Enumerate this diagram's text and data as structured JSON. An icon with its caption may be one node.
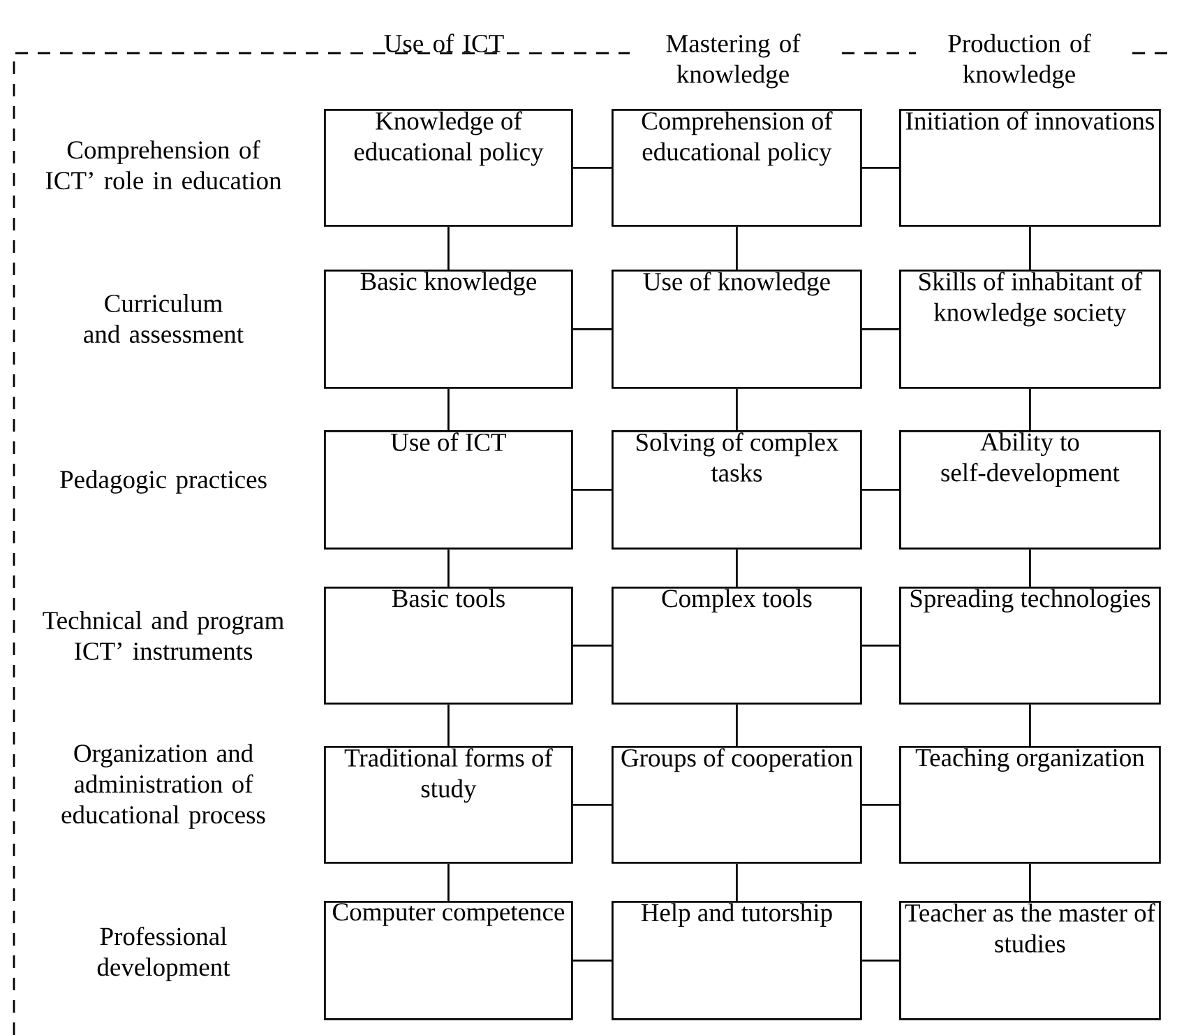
{
  "diagram": {
    "nodes": [
      {
        "text": [
          "Knowledge of educational policy"
        ]
      },
      {
        "text": [
          "Comprehension of educational policy"
        ]
      },
      {
        "text": [
          "Initiation of innovations"
        ]
      },
      {
        "text": [
          "Basic knowledge"
        ]
      },
      {
        "text": [
          "Use of knowledge"
        ]
      },
      {
        "text": [
          "Skills of inhabitant of knowledge society"
        ]
      },
      {
        "text": [
          "Use of ICT"
        ]
      },
      {
        "text": [
          "Solving of complex tasks"
        ]
      },
      {
        "text": [
          "Ability to self-development"
        ]
      },
      {
        "text": [
          "Basic tools"
        ]
      },
      {
        "text": [
          "Complex tools"
        ]
      },
      {
        "text": [
          "Spreading technologies"
        ]
      },
      {
        "text": [
          "Traditional forms of study"
        ]
      },
      {
        "text": [
          "Groups of cooperation"
        ]
      },
      {
        "text": [
          "Teaching organization"
        ]
      },
      {
        "text": [
          "Computer competence"
        ]
      },
      {
        "text": [
          "Help and tutorship"
        ]
      },
      {
        "text": [
          "Teacher as the master of studies"
        ]
      }
    ],
    "edges": [
      {
        "from": 0,
        "to": 1,
        "arrow": "none"
      },
      {
        "from": 1,
        "to": 2,
        "arrow": "none"
      },
      {
        "from": 0,
        "to": 3,
        "arrow": "none"
      },
      {
        "from": 1,
        "to": 4,
        "arrow": "none"
      },
      {
        "from": 2,
        "to": 5,
        "arrow": "none"
      },
      {
        "from": 3,
        "to": 4,
        "arrow": "none"
      },
      {
        "from": 4,
        "to": 5,
        "arrow": "none"
      },
      {
        "from": 3,
        "to": 6,
        "arrow": "none"
      },
      {
        "from": 4,
        "to": 7,
        "arrow": "none"
      },
      {
        "from": 5,
        "to": 8,
        "arrow": "none"
      },
      {
        "from": 6,
        "to": 7,
        "arrow": "none"
      },
      {
        "from": 7,
        "to": 8,
        "arrow": "none"
      },
      {
        "from": 6,
        "to": 9,
        "arrow": "none"
      },
      {
        "from": 7,
        "to": 10,
        "arrow": "none"
      },
      {
        "from": 8,
        "to": 11,
        "arrow": "none"
      },
      {
        "from": 9,
        "to": 10,
        "arrow": "none"
      },
      {
        "from": 10,
        "to": 11,
        "arrow": "none"
      },
      {
        "from": 9,
        "to": 12,
        "arrow": "none"
      },
      {
        "from": 10,
        "to": 13,
        "arrow": "none"
      },
      {
        "from": 11,
        "to": 14,
        "arrow": "none"
      },
      {
        "from": 12,
        "to": 13,
        "arrow": "none"
      },
      {
        "from": 13,
        "to": 14,
        "arrow": "none"
      },
      {
        "from": 12,
        "to": 15,
        "arrow": "none"
      },
      {
        "from": 13,
        "to": 16,
        "arrow": "none"
      },
      {
        "from": 14,
        "to": 17,
        "arrow": "none"
      },
      {
        "from": 15,
        "to": 16,
        "arrow": "none"
      },
      {
        "from": 16,
        "to": 17,
        "arrow": "none"
      }
    ],
    "labels": [
      "Use of ICT",
      "Mastering of knowledge",
      "Production of knowledge",
      "Comprehension of ICT’ role in education",
      "Curriculum and assessment",
      "Pedagogic practices",
      "Technical and program ICT’ instruments",
      "Organization and administration of educational process",
      "Professional development"
    ]
  }
}
